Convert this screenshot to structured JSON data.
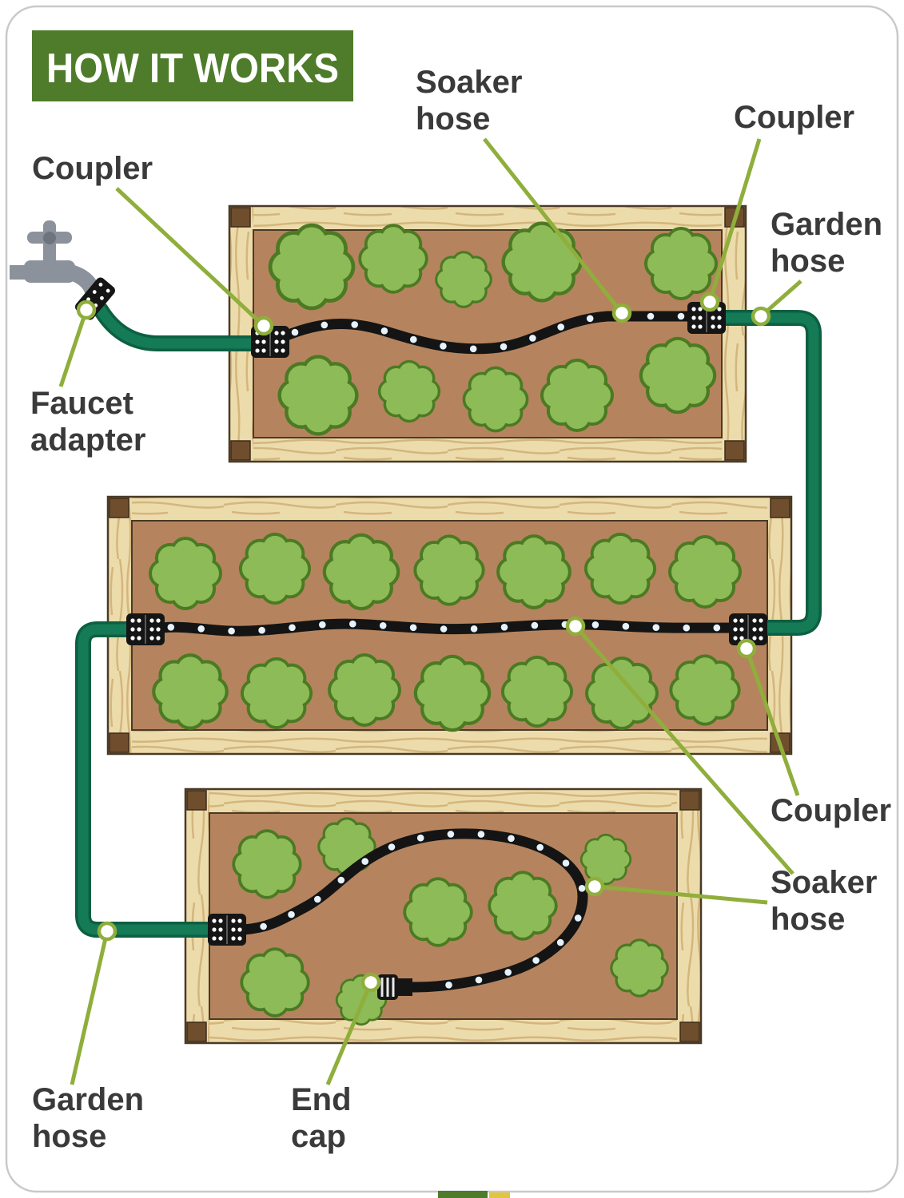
{
  "header": {
    "title": "HOW IT WORKS"
  },
  "labels": {
    "coupler_top_left": [
      "Coupler"
    ],
    "soaker_hose_top": [
      "Soaker",
      "hose"
    ],
    "coupler_top_right": [
      "Coupler"
    ],
    "garden_hose_right": [
      "Garden",
      "hose"
    ],
    "faucet_adapter": [
      "Faucet",
      "adapter"
    ],
    "coupler_mid_right": [
      "Coupler"
    ],
    "soaker_hose_bottom": [
      "Soaker",
      "hose"
    ],
    "garden_hose_left": [
      "Garden",
      "hose"
    ],
    "end_cap": [
      "End",
      "cap"
    ]
  },
  "colors": {
    "header_bg": "#4e7c2a",
    "label_text": "#3a3a3a",
    "leader": "#8fae3b",
    "garden_hose": "#157a56",
    "garden_hose_dark": "#0d5f42",
    "soaker_hose": "#141414",
    "drip_dot": "#e6f2fb",
    "soil": "#b5845e",
    "plant_fill": "#8dbb57",
    "plant_stroke": "#4b7a23",
    "wood": "#eddcab",
    "wood_grain": "#d3b67e",
    "frame_corner": "#6f4e2e",
    "frame_outline": "#4a3a26",
    "faucet": "#8b929b"
  }
}
